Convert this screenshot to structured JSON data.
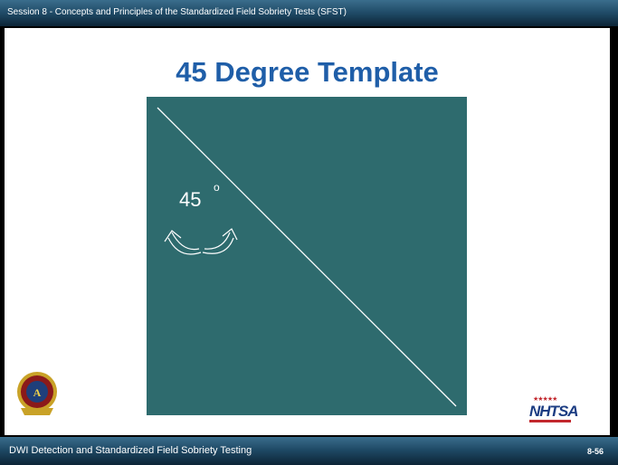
{
  "header": {
    "session_title": "Session 8 - Concepts and Principles of the Standardized Field Sobriety Tests (SFST)"
  },
  "slide": {
    "title": "45 Degree Template",
    "angle_value": "45",
    "degree_symbol": "o",
    "template_color": "#2e6b6e",
    "title_color": "#1f5ea8"
  },
  "logos": {
    "seal": "police-chiefs-seal-icon",
    "nhtsa_stars": "★★★★★",
    "nhtsa_text": "NHTSA"
  },
  "footer": {
    "course_title": "DWI Detection and Standardized Field Sobriety Testing",
    "slide_number": "8-56"
  }
}
